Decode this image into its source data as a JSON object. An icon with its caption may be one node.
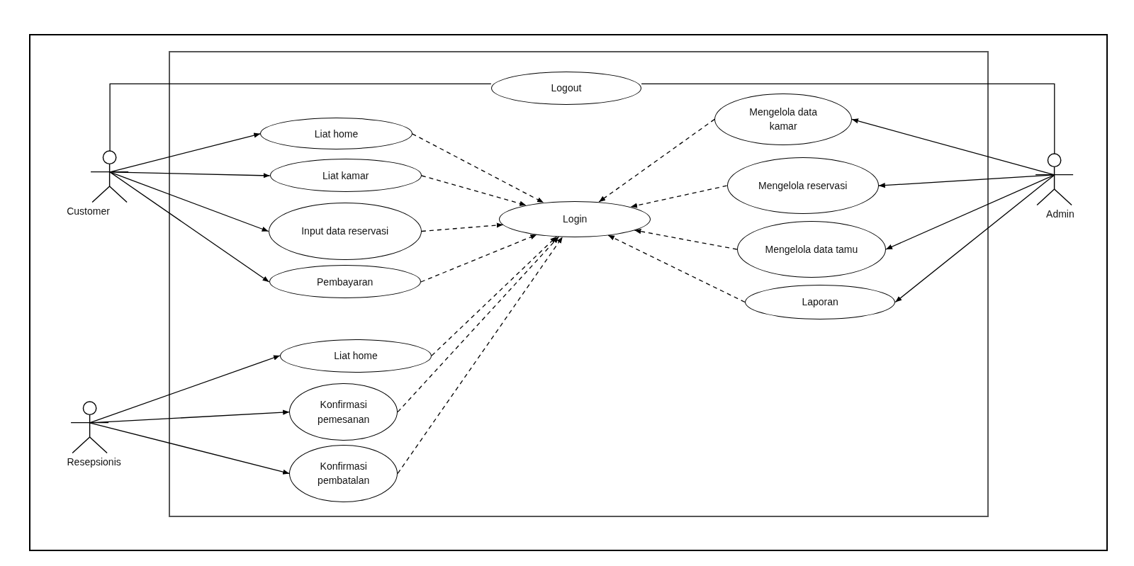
{
  "diagram": {
    "nodes": [
      {
        "text": [
          "Customer"
        ]
      },
      {
        "text": [
          "Logout"
        ]
      },
      {
        "text": [
          "Liat home"
        ]
      },
      {
        "text": [
          "Liat kamar"
        ]
      },
      {
        "text": [
          "Input data reservasi"
        ]
      },
      {
        "text": [
          "Pembayaran"
        ]
      },
      {
        "text": [
          "Login"
        ]
      },
      {
        "text": [
          "Mengelola data kamar"
        ]
      },
      {
        "text": [
          "Mengelola reservasi"
        ]
      },
      {
        "text": [
          "Mengelola data tamu"
        ]
      },
      {
        "text": [
          "Laporan"
        ]
      },
      {
        "text": [
          "Admin"
        ]
      },
      {
        "text": [
          "Liat home"
        ]
      },
      {
        "text": [
          "Konfirmasi pemesanan"
        ]
      },
      {
        "text": [
          "Konfirmasi pembatalan"
        ]
      },
      {
        "text": [
          "Resepsionis"
        ]
      }
    ],
    "edges": [
      {
        "from": 0,
        "to": 1,
        "arrow": "none"
      },
      {
        "from": 11,
        "to": 1,
        "arrow": "none"
      },
      {
        "from": 0,
        "to": 2,
        "arrow": "to"
      },
      {
        "from": 0,
        "to": 3,
        "arrow": "to"
      },
      {
        "from": 0,
        "to": 4,
        "arrow": "to"
      },
      {
        "from": 0,
        "to": 5,
        "arrow": "to"
      },
      {
        "from": 2,
        "to": 6,
        "arrow": "to",
        "style": "dashed"
      },
      {
        "from": 3,
        "to": 6,
        "arrow": "to",
        "style": "dashed"
      },
      {
        "from": 4,
        "to": 6,
        "arrow": "to",
        "style": "dashed"
      },
      {
        "from": 5,
        "to": 6,
        "arrow": "to",
        "style": "dashed"
      },
      {
        "from": 7,
        "to": 6,
        "arrow": "to",
        "style": "dashed"
      },
      {
        "from": 8,
        "to": 6,
        "arrow": "to",
        "style": "dashed"
      },
      {
        "from": 9,
        "to": 6,
        "arrow": "to",
        "style": "dashed"
      },
      {
        "from": 10,
        "to": 6,
        "arrow": "to",
        "style": "dashed"
      },
      {
        "from": 11,
        "to": 7,
        "arrow": "to"
      },
      {
        "from": 11,
        "to": 8,
        "arrow": "to"
      },
      {
        "from": 11,
        "to": 9,
        "arrow": "to"
      },
      {
        "from": 11,
        "to": 10,
        "arrow": "to"
      },
      {
        "from": 15,
        "to": 12,
        "arrow": "to"
      },
      {
        "from": 15,
        "to": 13,
        "arrow": "to"
      },
      {
        "from": 15,
        "to": 14,
        "arrow": "to"
      },
      {
        "from": 12,
        "to": 6,
        "arrow": "to",
        "style": "dashed"
      },
      {
        "from": 13,
        "to": 6,
        "arrow": "to",
        "style": "dashed"
      },
      {
        "from": 14,
        "to": 6,
        "arrow": "to",
        "style": "dashed"
      }
    ]
  }
}
